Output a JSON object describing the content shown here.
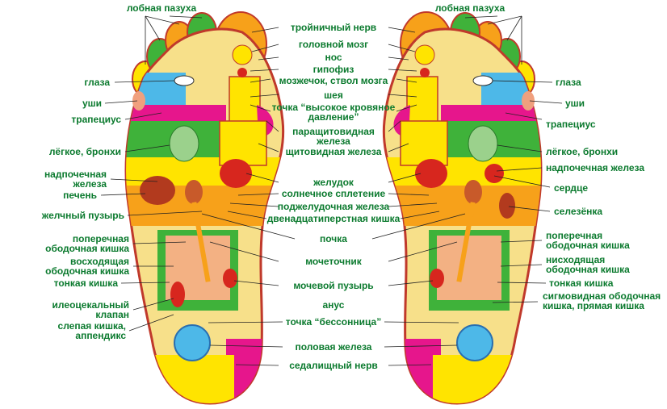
{
  "labels": {
    "frontal_sinus": "лобная пазуха",
    "trigeminal_nerve": "тройничный нерв",
    "brain": "головной мозг",
    "nose": "нос",
    "pituitary": "гипофиз",
    "cerebellum": "мозжечок, ствол мозга",
    "neck": "шея",
    "high_pressure_point": "точка “высокое кровяное давление”",
    "parathyroid": "паращитовидная железа",
    "thyroid": "щитовидная железа",
    "stomach": "желудок",
    "solar_plexus": "солнечное сплетение",
    "pancreas": "поджелудочная железа",
    "duodenum": "двенадцатиперстная кишка",
    "kidney": "почка",
    "ureter": "мочеточник",
    "bladder": "мочевой пузырь",
    "anus": "анус",
    "insomnia_point": "точка “бессонница”",
    "gonad": "половая железа",
    "sciatic_nerve": "седалищный нерв",
    "eyes": "глаза",
    "ears": "уши",
    "trapezius": "трапециус",
    "lung_bronchi": "лёгкое, бронхи",
    "adrenal": "надпочечная железа",
    "liver": "печень",
    "gallbladder": "желчный пузырь",
    "transverse_colon": "поперечная ободочная кишка",
    "ascending_colon": "восходящая ободочная кишка",
    "small_intestine": "тонкая кишка",
    "ileocecal_valve": "илеоцекальный клапан",
    "cecum_appendix": "слепая кишка, аппендикс",
    "heart": "сердце",
    "spleen": "селезёнка",
    "descending_colon": "нисходящая ободочная кишка",
    "sigmoid_rectum": "сигмовидная ободочная кишка, прямая кишка"
  },
  "colors": {
    "label_text": "#0b7a2e",
    "pointer_line": "#222222",
    "sole_outline": "#c0392b",
    "heel_yellow": "#f7e08a",
    "green": "#3fb23a",
    "magenta": "#e6168c",
    "yellow": "#ffe400",
    "orange": "#f7a11a",
    "cyan": "#4db8e8",
    "red": "#d7261e"
  }
}
